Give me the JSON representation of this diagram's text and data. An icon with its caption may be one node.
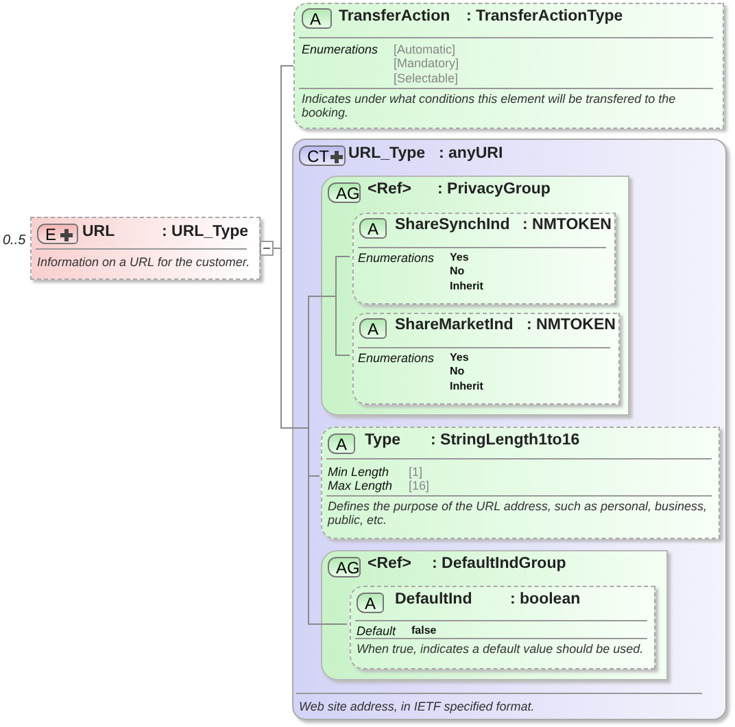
{
  "diagram": {
    "nodes": [
      {
        "text": [
          "E",
          "URL",
          ": URL_Type",
          "Information on a URL for the customer."
        ],
        "beside": [
          "0..5"
        ]
      },
      {
        "text": [
          "A",
          "TransferAction",
          ": TransferActionType",
          "Enumerations",
          "[Automatic]",
          "[Mandatory]",
          "[Selectable]",
          "Indicates under what conditions this element will be transfered to the booking."
        ]
      },
      {
        "text": [
          "CT",
          "URL_Type",
          ": anyURI",
          "Web site address, in IETF specified format."
        ]
      },
      {
        "text": [
          "AG",
          "<Ref>",
          ": PrivacyGroup"
        ],
        "in": 2
      },
      {
        "text": [
          "A",
          "ShareSynchInd",
          ": NMTOKEN",
          "Enumerations",
          "Yes",
          "No",
          "Inherit"
        ],
        "in": 3
      },
      {
        "text": [
          "A",
          "ShareMarketInd",
          ": NMTOKEN",
          "Enumerations",
          "Yes",
          "No",
          "Inherit"
        ],
        "in": 3
      },
      {
        "text": [
          "A",
          "Type",
          ": StringLength1to16",
          "Min Length",
          "[1]",
          "Max Length",
          "[16]",
          "Defines the purpose of the URL address, such as personal, business, public, etc."
        ],
        "in": 2
      },
      {
        "text": [
          "AG",
          "<Ref>",
          ": DefaultIndGroup"
        ],
        "in": 2
      },
      {
        "text": [
          "A",
          "DefaultInd",
          ": boolean",
          "Default",
          "false",
          "When true, indicates a default value should be used."
        ],
        "in": 7
      }
    ],
    "edges": [
      {
        "from": 0,
        "to": 1,
        "arrow": "none"
      },
      {
        "from": 0,
        "to": 2,
        "arrow": "none"
      },
      {
        "from": 2,
        "to": 3,
        "arrow": "none"
      },
      {
        "from": 2,
        "to": 6,
        "arrow": "none"
      },
      {
        "from": 2,
        "to": 7,
        "arrow": "none"
      },
      {
        "from": 3,
        "to": 4,
        "arrow": "none"
      },
      {
        "from": 3,
        "to": 5,
        "arrow": "none"
      },
      {
        "from": 7,
        "to": 8,
        "arrow": "none"
      }
    ]
  }
}
